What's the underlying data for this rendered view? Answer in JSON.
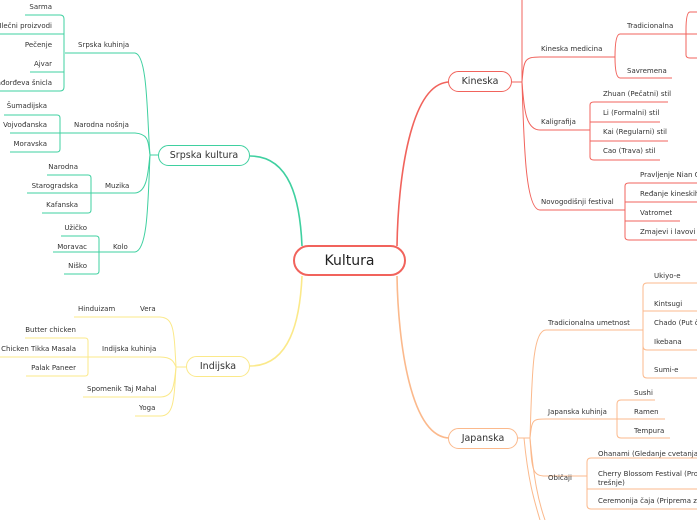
{
  "root": {
    "label": "Kultura",
    "color": "#f1635c"
  },
  "branches": {
    "srpska": {
      "label": "Srpska kultura",
      "color": "#3fd0a0",
      "children": [
        {
          "label": "Srpska kuhinja",
          "items": [
            "Sarma",
            "Mlečni proizvodi",
            "Pečenje",
            "Ajvar",
            "Karađorđeva šnicla"
          ]
        },
        {
          "label": "Narodna nošnja",
          "items": [
            "Šumadijska",
            "Vojvođanska",
            "Moravska"
          ]
        },
        {
          "label": "Muzika",
          "items": [
            "Narodna",
            "Starogradska",
            "Kafanska"
          ]
        },
        {
          "label": "Kolo",
          "items": [
            "Užičko",
            "Moravac",
            "Niško"
          ]
        }
      ]
    },
    "indijska": {
      "label": "Indijska",
      "color": "#fbe98a",
      "children": [
        {
          "label": "Vera",
          "items": [
            "Hinduizam"
          ]
        },
        {
          "label": "Indijska kuhinja",
          "items": [
            "Butter chicken",
            "Chicken Tikka Masala",
            "Palak Paneer"
          ]
        },
        {
          "label": "Spomenik Taj Mahal",
          "items": []
        },
        {
          "label": "Yoga",
          "items": []
        }
      ]
    },
    "kineska": {
      "label": "Kineska",
      "color": "#f1635c",
      "children": [
        {
          "label": "Kineska medicina",
          "items": [
            "Tradicionalna",
            "Savremena"
          ]
        },
        {
          "label": "Kaligrafija",
          "items": [
            "Zhuan (Pečatni) stil",
            "Li (Formalni) stil",
            "Kai (Regularni) stil",
            "Cao (Trava) stil"
          ]
        },
        {
          "label": "Novogodišnji festival",
          "items": [
            "Pravljenje Nian G",
            "Ređanje kineskih",
            "Vatromet",
            "Zmajevi i lavovi"
          ]
        }
      ]
    },
    "japanska": {
      "label": "Japanska",
      "color": "#fbb98c",
      "children": [
        {
          "label": "Tradicionalna umetnost",
          "items": [
            "Ukiyo-e",
            "Kintsugi",
            "Chado (Put č",
            "Ikebana",
            "Sumi-e"
          ]
        },
        {
          "label": "Japanska kuhinja",
          "items": [
            "Sushi",
            "Ramen",
            "Tempura"
          ]
        },
        {
          "label": "Običaji",
          "items": [
            "Ohanami (Gledanje cvetanja",
            "Cherry Blossom Festival (Pro",
            "trešnje)",
            "Ceremonija čaja (Priprema z"
          ]
        }
      ]
    }
  }
}
